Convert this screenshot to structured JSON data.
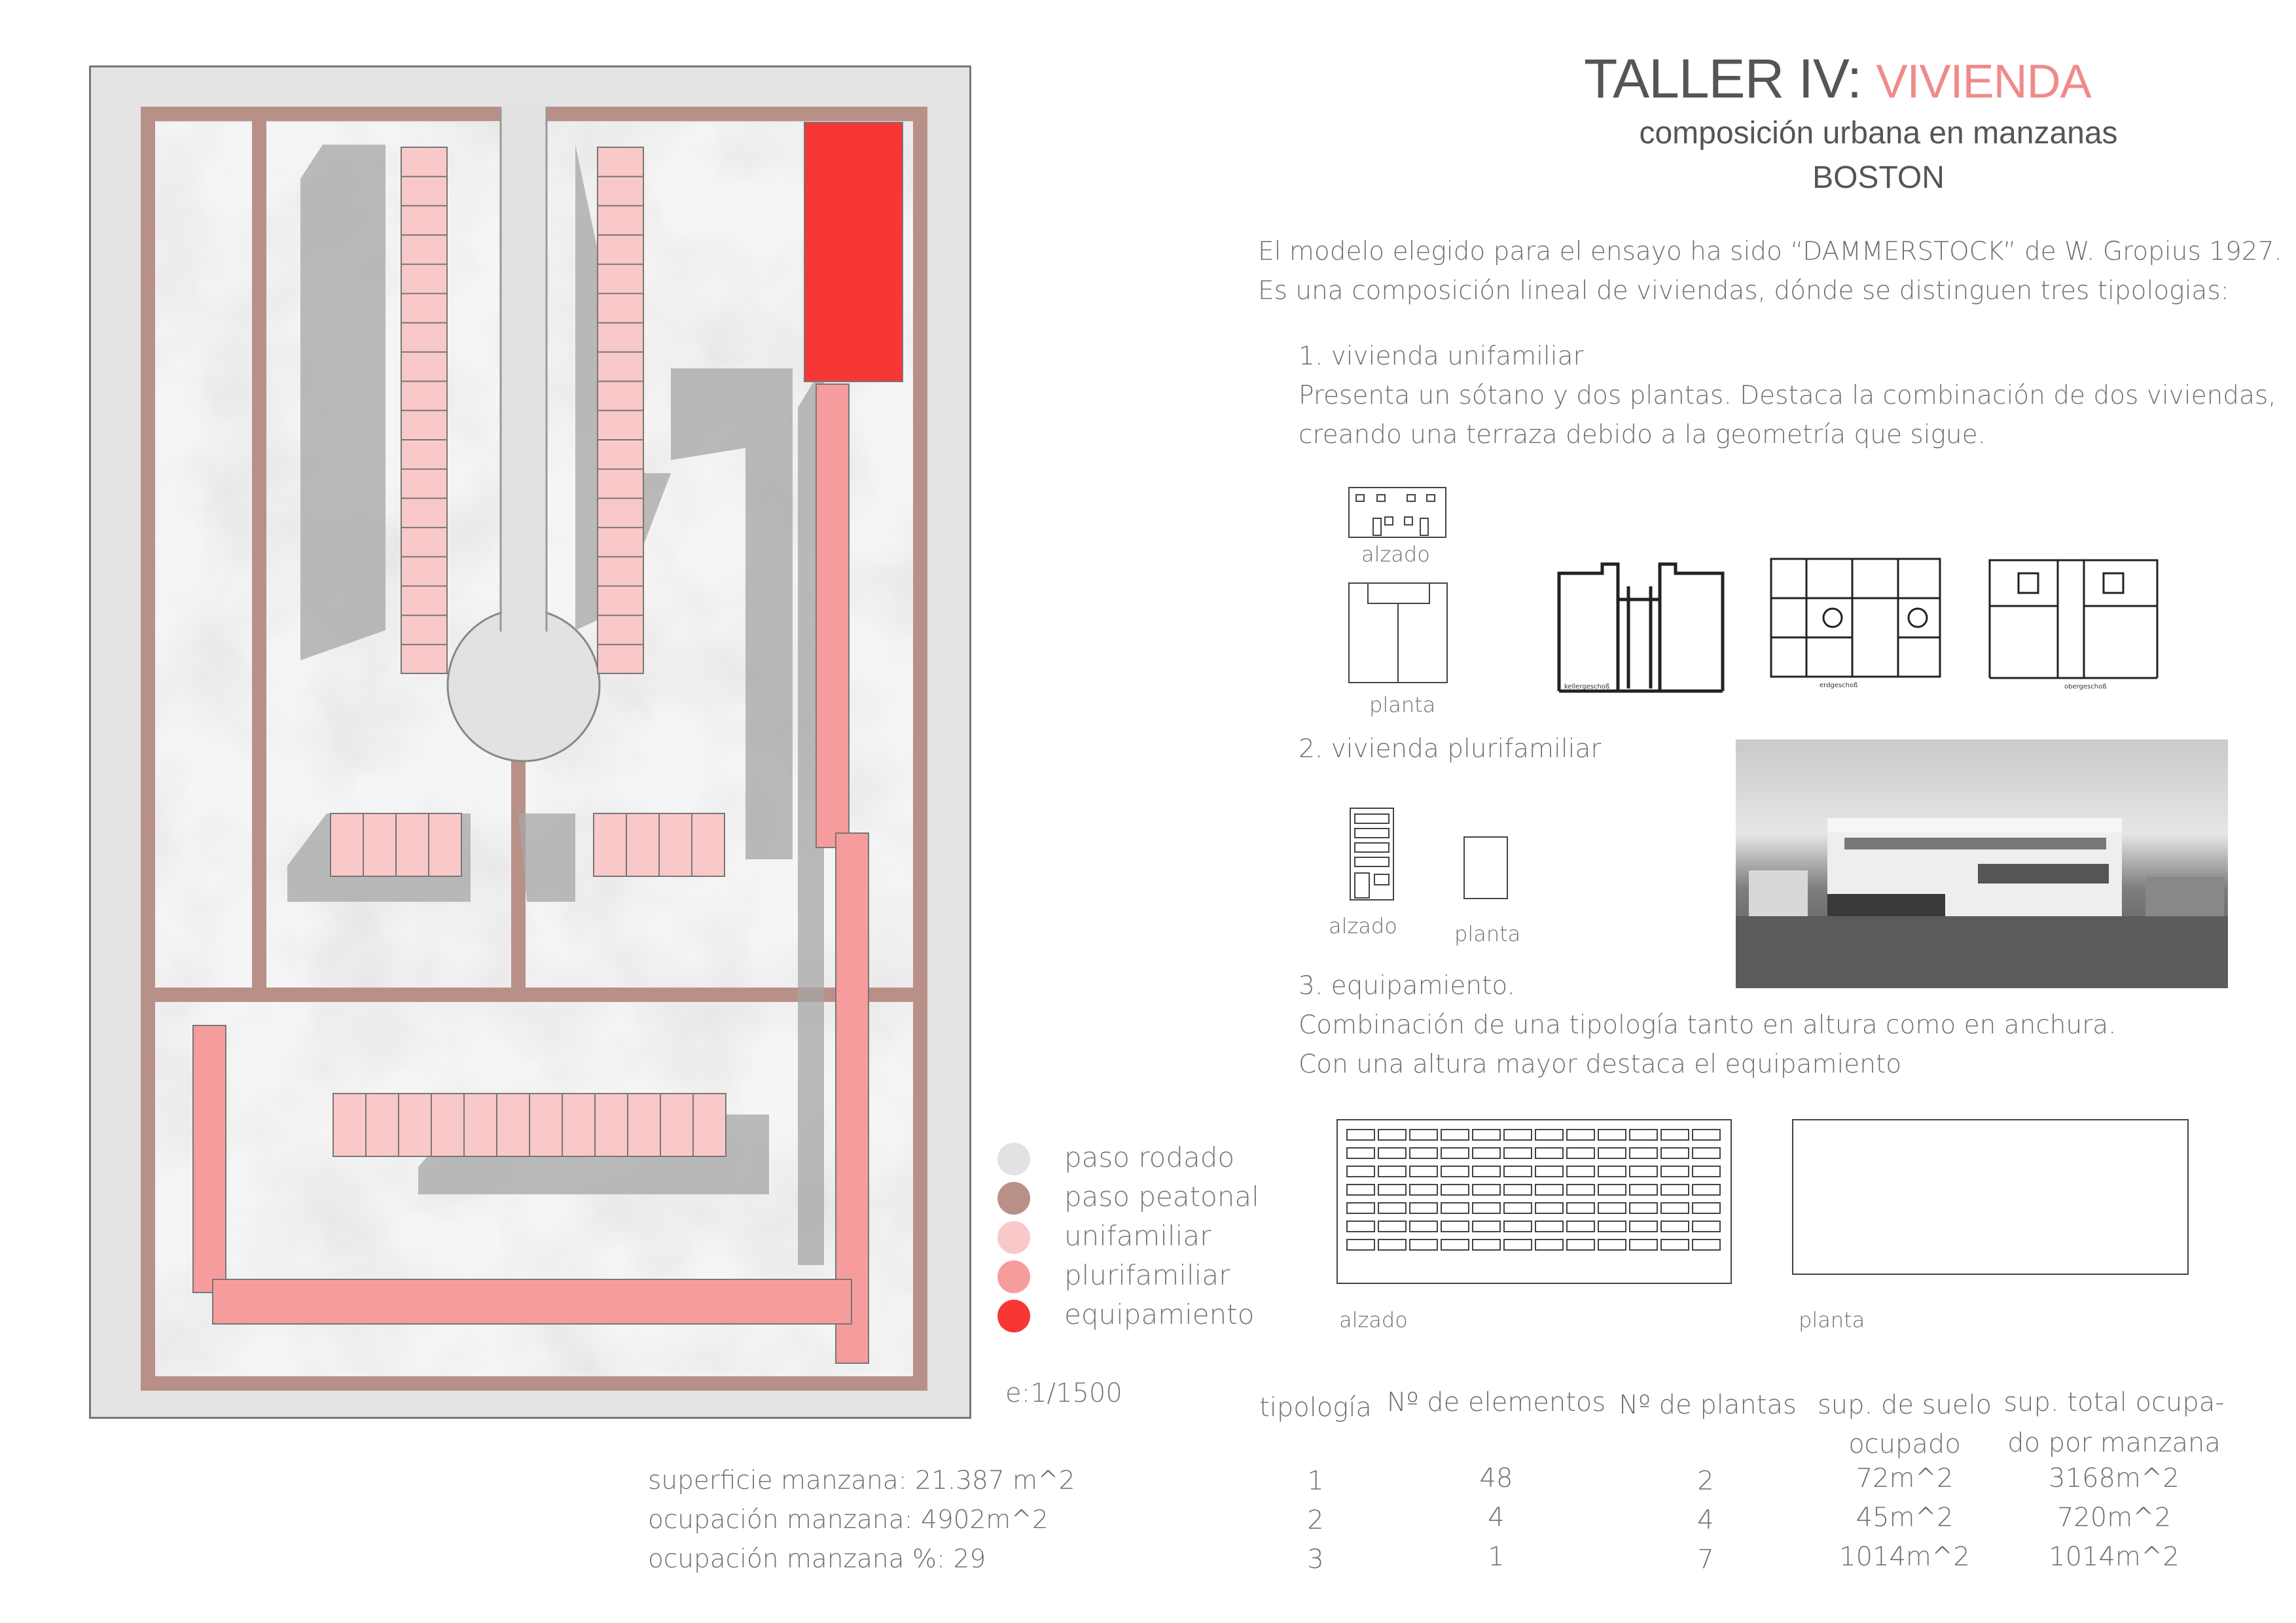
{
  "header": {
    "title_main": "TALLER IV:",
    "title_accent": "VIVIENDA",
    "subtitle": "composición urbana en manzanas",
    "city": "BOSTON"
  },
  "intro": {
    "line1": "El modelo elegido para el ensayo ha sido “DAMMERSTOCK” de W. Gropius 1927.",
    "line2": "Es una composición lineal de viviendas, dónde se distinguen tres tipologias:"
  },
  "types": {
    "t1_title": "1. vivienda unifamiliar",
    "t1_line1": "Presenta un sótano y dos plantas. Destaca la combinación de dos viviendas,",
    "t1_line2": "creando una terraza debido a la geometría que sigue.",
    "t2_title": "2. vivienda plurifamiliar",
    "t3_title": "3. equipamiento.",
    "t3_line1": "Combinación de una tipología tanto en altura como en anchura.",
    "t3_line2": "Con una altura mayor destaca el equipamiento"
  },
  "drawing_labels": {
    "alzado": "alzado",
    "planta": "planta",
    "floor_kellergeschoss": "kellergeschoß",
    "floor_erdgeschoss": "erdgeschoß",
    "floor_obergeschoss": "obergeschoß"
  },
  "legend": [
    {
      "label": "paso rodado",
      "color": "#e2e2e2"
    },
    {
      "label": "paso peatonal",
      "color": "#b99088"
    },
    {
      "label": "unifamiliar",
      "color": "#f9c8c8"
    },
    {
      "label": "plurifamiliar",
      "color": "#f79c9c"
    },
    {
      "label": "equipamiento",
      "color": "#f73636"
    }
  ],
  "scale": "e:1/1500",
  "stats": {
    "line1": "superficie manzana: 21.387 m^2",
    "line2": "ocupación manzana: 4902m^2",
    "line3": "ocupación manzana %: 29"
  },
  "table": {
    "headers": [
      [
        "tipología",
        ""
      ],
      [
        "Nº de elementos",
        ""
      ],
      [
        "Nº de plantas",
        ""
      ],
      [
        "sup. de suelo",
        "ocupado"
      ],
      [
        "sup. total ocupa-",
        "do por manzana"
      ]
    ],
    "rows": [
      [
        "1",
        "48",
        "2",
        "72m^2",
        "3168m^2"
      ],
      [
        "2",
        "4",
        "4",
        "45m^2",
        "720m^2"
      ],
      [
        "3",
        "1",
        "7",
        "1014m^2",
        "1014m^2"
      ]
    ]
  },
  "colors": {
    "road": "#e2e2e2",
    "path": "#b99088",
    "unifamiliar": "#f9c8c8",
    "plurifamiliar": "#f79c9c",
    "equipamiento": "#f73636",
    "accent": "#f08a8a"
  }
}
